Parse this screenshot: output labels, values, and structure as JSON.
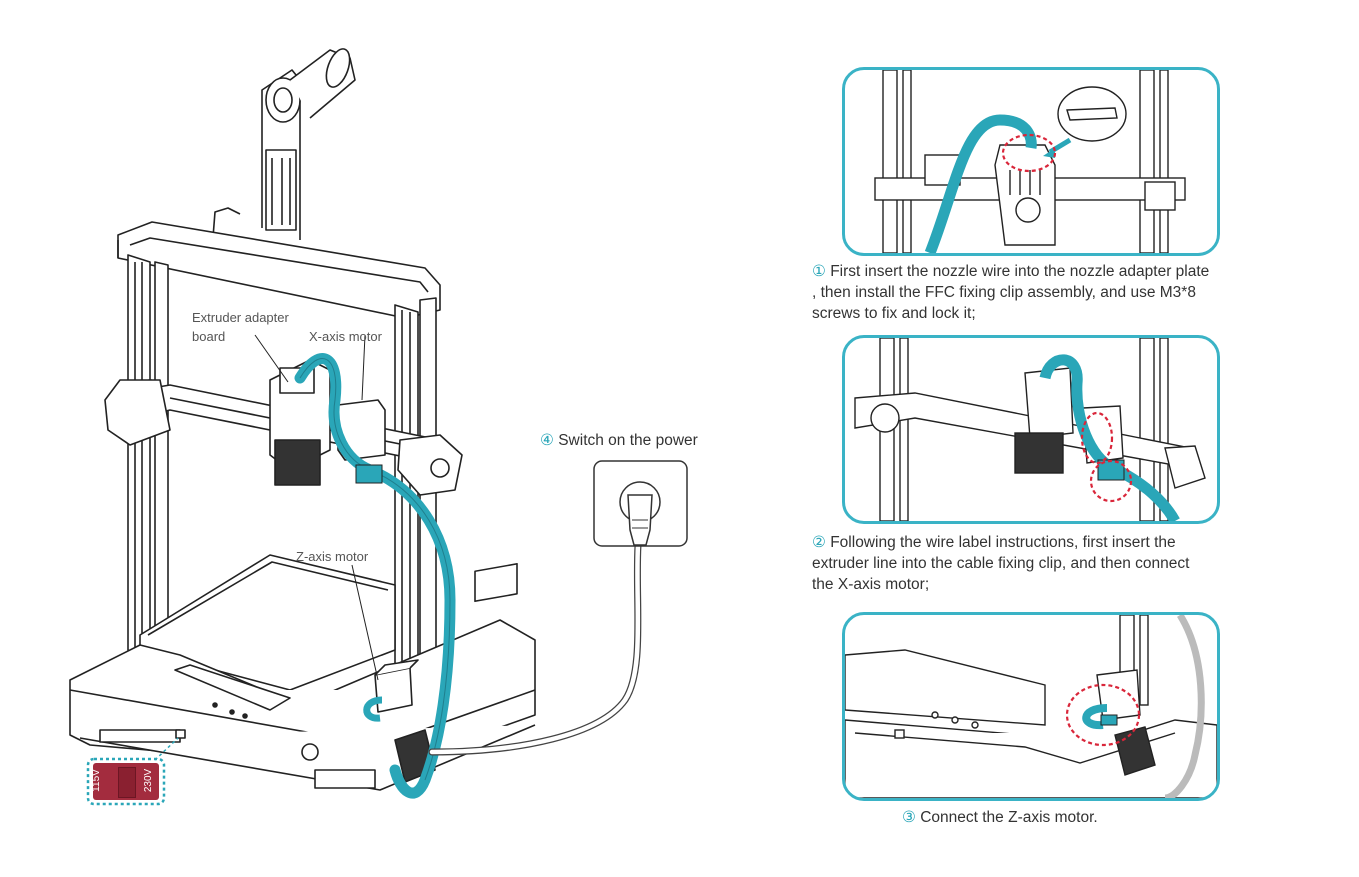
{
  "labels": {
    "extruder_adapter_line1": "Extruder adapter",
    "extruder_adapter_line2": "board",
    "x_axis_motor": "X-axis motor",
    "z_axis_motor": "Z-axis motor"
  },
  "voltage_switch": {
    "left": "115V",
    "right": "230V"
  },
  "steps": [
    {
      "num": "①",
      "text": " First insert the nozzle wire into the nozzle adapter plate",
      "text2": ", then install the FFC fixing clip assembly, and use M3*8",
      "text3": "screws to fix and lock it;"
    },
    {
      "num": "②",
      "text": "  Following the wire label instructions, first  insert the",
      "text2": "extruder line into the cable fixing clip, and then connect",
      "text3": "the X-axis motor;"
    },
    {
      "num": "③",
      "text": " Connect the Z-axis motor."
    },
    {
      "num": "④",
      "text": " Switch on the power"
    }
  ],
  "colors": {
    "cable": "#2aa6b8",
    "highlight": "#d9263a",
    "frame": "#3ab3c6",
    "voltage": "#a32c3e"
  }
}
